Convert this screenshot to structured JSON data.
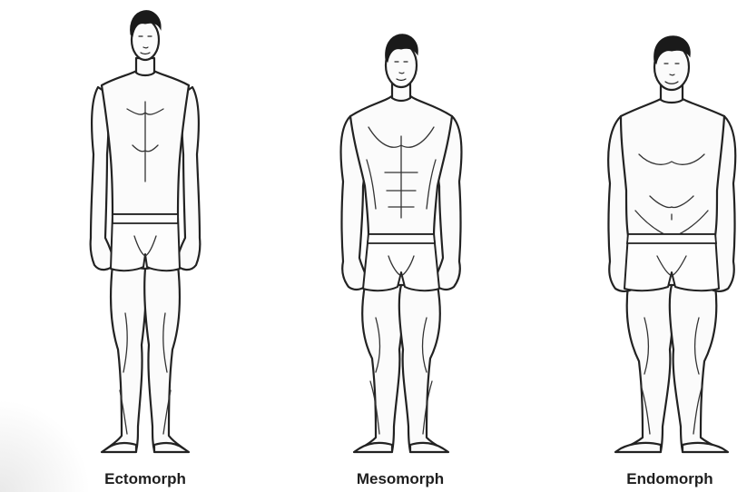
{
  "figures": [
    {
      "id": "ectomorph",
      "label": "Ectomorph"
    },
    {
      "id": "mesomorph",
      "label": "Mesomorph"
    },
    {
      "id": "endomorph",
      "label": "Endomorph"
    }
  ]
}
